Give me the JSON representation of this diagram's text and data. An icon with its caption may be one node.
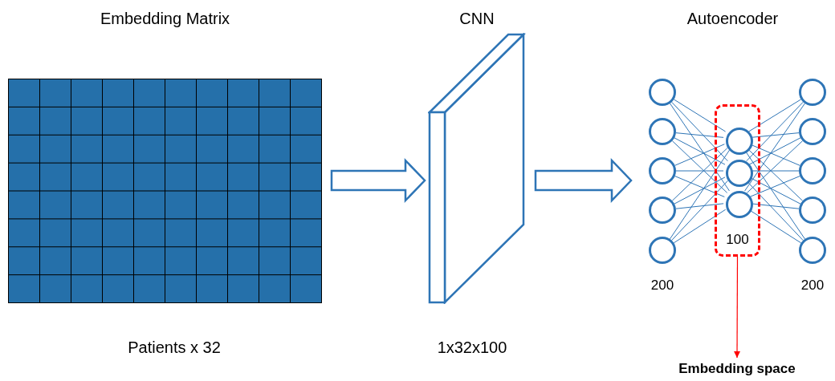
{
  "diagram": {
    "nodes": [
      {
        "text": [
          "Embedding Matrix"
        ],
        "beside": [
          "Patients x 32"
        ]
      },
      {
        "text": [
          "CNN"
        ],
        "beside": [
          "1x32x100"
        ]
      },
      {
        "text": [
          "Autoencoder"
        ]
      },
      {
        "text": [],
        "shape": "circle",
        "in": 2
      },
      {
        "text": [],
        "shape": "circle",
        "in": 2
      },
      {
        "text": [],
        "shape": "circle",
        "in": 2
      },
      {
        "text": [],
        "shape": "circle",
        "in": 2
      },
      {
        "text": [],
        "shape": "circle",
        "in": 2
      },
      {
        "text": [
          "100"
        ],
        "in": 2
      },
      {
        "text": [],
        "shape": "circle",
        "in": 8
      },
      {
        "text": [],
        "shape": "circle",
        "in": 8
      },
      {
        "text": [],
        "shape": "circle",
        "in": 8
      },
      {
        "text": [],
        "shape": "circle",
        "in": 2
      },
      {
        "text": [],
        "shape": "circle",
        "in": 2
      },
      {
        "text": [],
        "shape": "circle",
        "in": 2
      },
      {
        "text": [],
        "shape": "circle",
        "in": 2
      },
      {
        "text": [],
        "shape": "circle",
        "in": 2
      },
      {
        "text": [
          "Embedding space"
        ]
      }
    ],
    "edges": [
      {
        "from": 0,
        "to": 1,
        "arrow": "to",
        "style": "thick"
      },
      {
        "from": 1,
        "to": 2,
        "arrow": "to",
        "style": "thick"
      },
      {
        "from": 3,
        "to": 9,
        "arrow": "none"
      },
      {
        "from": 3,
        "to": 10,
        "arrow": "none"
      },
      {
        "from": 3,
        "to": 11,
        "arrow": "none"
      },
      {
        "from": 4,
        "to": 9,
        "arrow": "none"
      },
      {
        "from": 4,
        "to": 10,
        "arrow": "none"
      },
      {
        "from": 4,
        "to": 11,
        "arrow": "none"
      },
      {
        "from": 5,
        "to": 9,
        "arrow": "none"
      },
      {
        "from": 5,
        "to": 10,
        "arrow": "none"
      },
      {
        "from": 5,
        "to": 11,
        "arrow": "none"
      },
      {
        "from": 6,
        "to": 9,
        "arrow": "none"
      },
      {
        "from": 6,
        "to": 10,
        "arrow": "none"
      },
      {
        "from": 6,
        "to": 11,
        "arrow": "none"
      },
      {
        "from": 7,
        "to": 9,
        "arrow": "none"
      },
      {
        "from": 7,
        "to": 10,
        "arrow": "none"
      },
      {
        "from": 7,
        "to": 11,
        "arrow": "none"
      },
      {
        "from": 9,
        "to": 12,
        "arrow": "none"
      },
      {
        "from": 9,
        "to": 13,
        "arrow": "none"
      },
      {
        "from": 9,
        "to": 14,
        "arrow": "none"
      },
      {
        "from": 9,
        "to": 15,
        "arrow": "none"
      },
      {
        "from": 9,
        "to": 16,
        "arrow": "none"
      },
      {
        "from": 10,
        "to": 12,
        "arrow": "none"
      },
      {
        "from": 10,
        "to": 13,
        "arrow": "none"
      },
      {
        "from": 10,
        "to": 14,
        "arrow": "none"
      },
      {
        "from": 10,
        "to": 15,
        "arrow": "none"
      },
      {
        "from": 10,
        "to": 16,
        "arrow": "none"
      },
      {
        "from": 11,
        "to": 12,
        "arrow": "none"
      },
      {
        "from": 11,
        "to": 13,
        "arrow": "none"
      },
      {
        "from": 11,
        "to": 14,
        "arrow": "none"
      },
      {
        "from": 11,
        "to": 15,
        "arrow": "none"
      },
      {
        "from": 11,
        "to": 16,
        "arrow": "none"
      },
      {
        "from": 8,
        "to": 17,
        "arrow": "to",
        "color": "#ff0000"
      }
    ],
    "labels": [
      "200",
      "200"
    ]
  }
}
